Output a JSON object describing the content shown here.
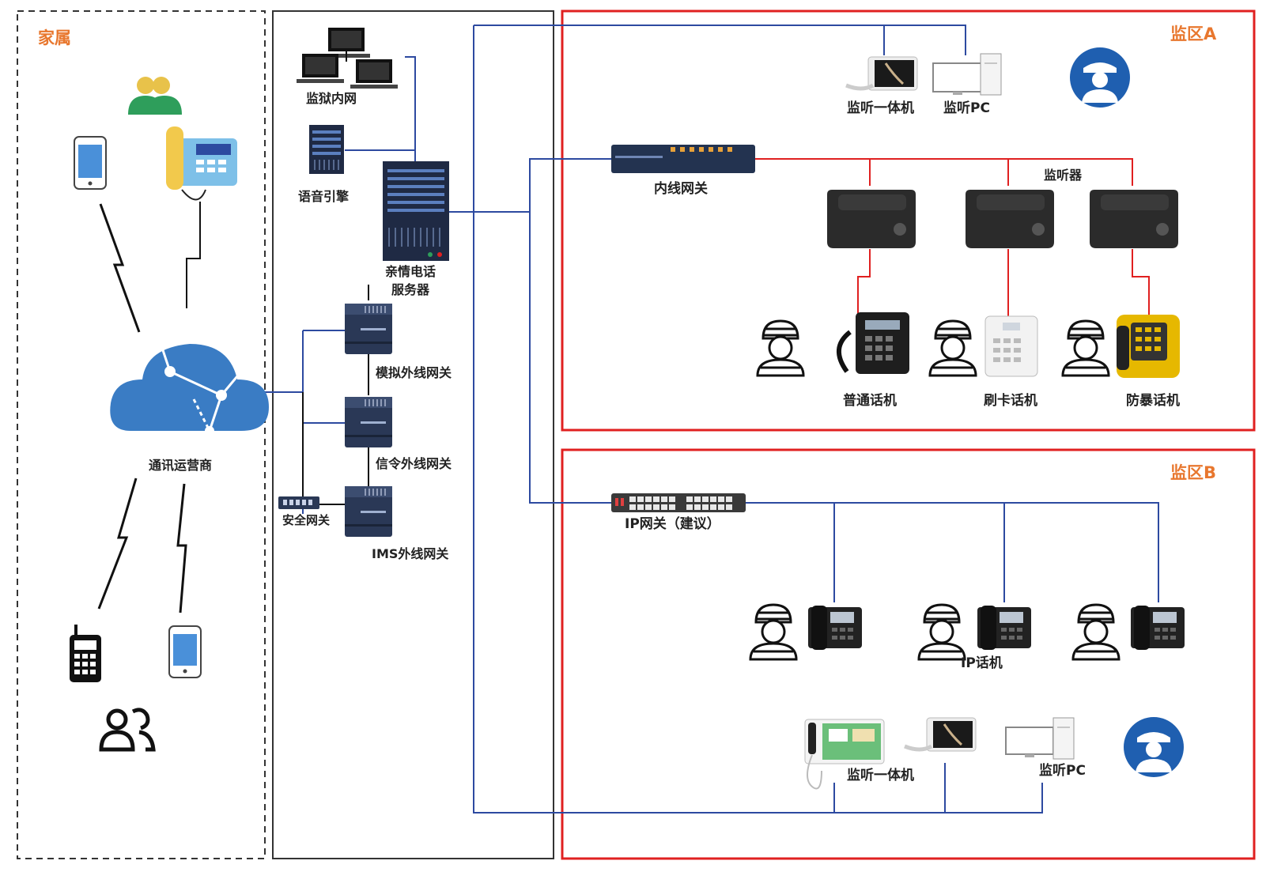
{
  "zones": {
    "family": "家属",
    "area_a": "监区A",
    "area_b": "监区B"
  },
  "labels": {
    "prison_intranet": "监狱内网",
    "voice_engine": "语音引擎",
    "server_line1": "亲情电话",
    "server_line2": "服务器",
    "analog_gateway": "模拟外线网关",
    "signaling_gateway": "信令外线网关",
    "security_gateway": "安全网关",
    "ims_gateway": "IMS外线网关",
    "carrier": "通讯运营商",
    "monitor_allinone_a": "监听一体机",
    "monitor_pc_a": "监听PC",
    "inner_gateway": "内线网关",
    "listener": "监听器",
    "normal_phone": "普通话机",
    "card_phone": "刷卡话机",
    "riot_phone": "防暴话机",
    "ip_gateway": "IP网关（建议）",
    "ip_phone": "IP话机",
    "monitor_allinone_b": "监听一体机",
    "monitor_pc_b": "监听PC"
  },
  "colors": {
    "blue_line": "#2d4aa0",
    "red_line": "#e02020",
    "zone_border": "#e02020",
    "zone_title": "#e8772e",
    "cloud": "#3a7cc4",
    "police_badge": "#1f5fb0"
  }
}
